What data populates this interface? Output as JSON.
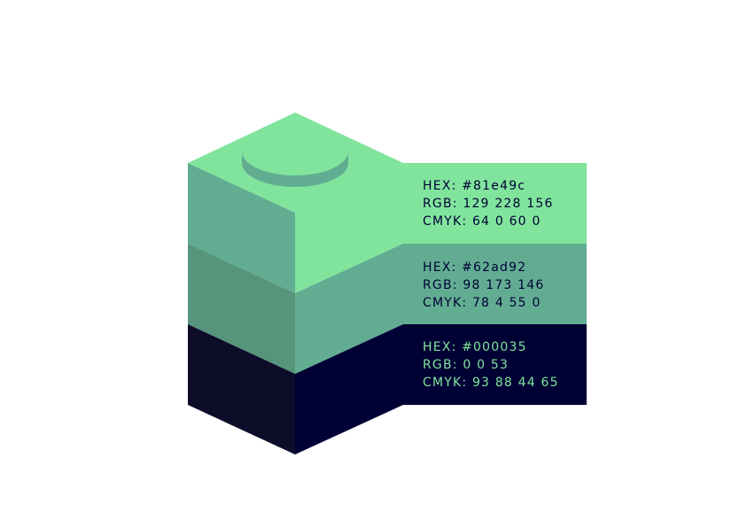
{
  "swatches": [
    {
      "hex_label": "HEX: #81e49c",
      "rgb_label": "RGB: 129 228 156",
      "cmyk_label": "CMYK: 64 0 60 0",
      "color": "#81e49c",
      "side_color": "#62ad92",
      "text_color": "#000035"
    },
    {
      "hex_label": "HEX: #62ad92",
      "rgb_label": "RGB: 98 173 146",
      "cmyk_label": "CMYK: 78 4 55 0",
      "color": "#62ad92",
      "side_color": "#56957c",
      "text_color": "#000035"
    },
    {
      "hex_label": "HEX: #000035",
      "rgb_label": "RGB: 0 0 53",
      "cmyk_label": "CMYK: 93 88 44 65",
      "color": "#000035",
      "side_color": "#0d0c29",
      "text_color": "#81e49c"
    }
  ]
}
